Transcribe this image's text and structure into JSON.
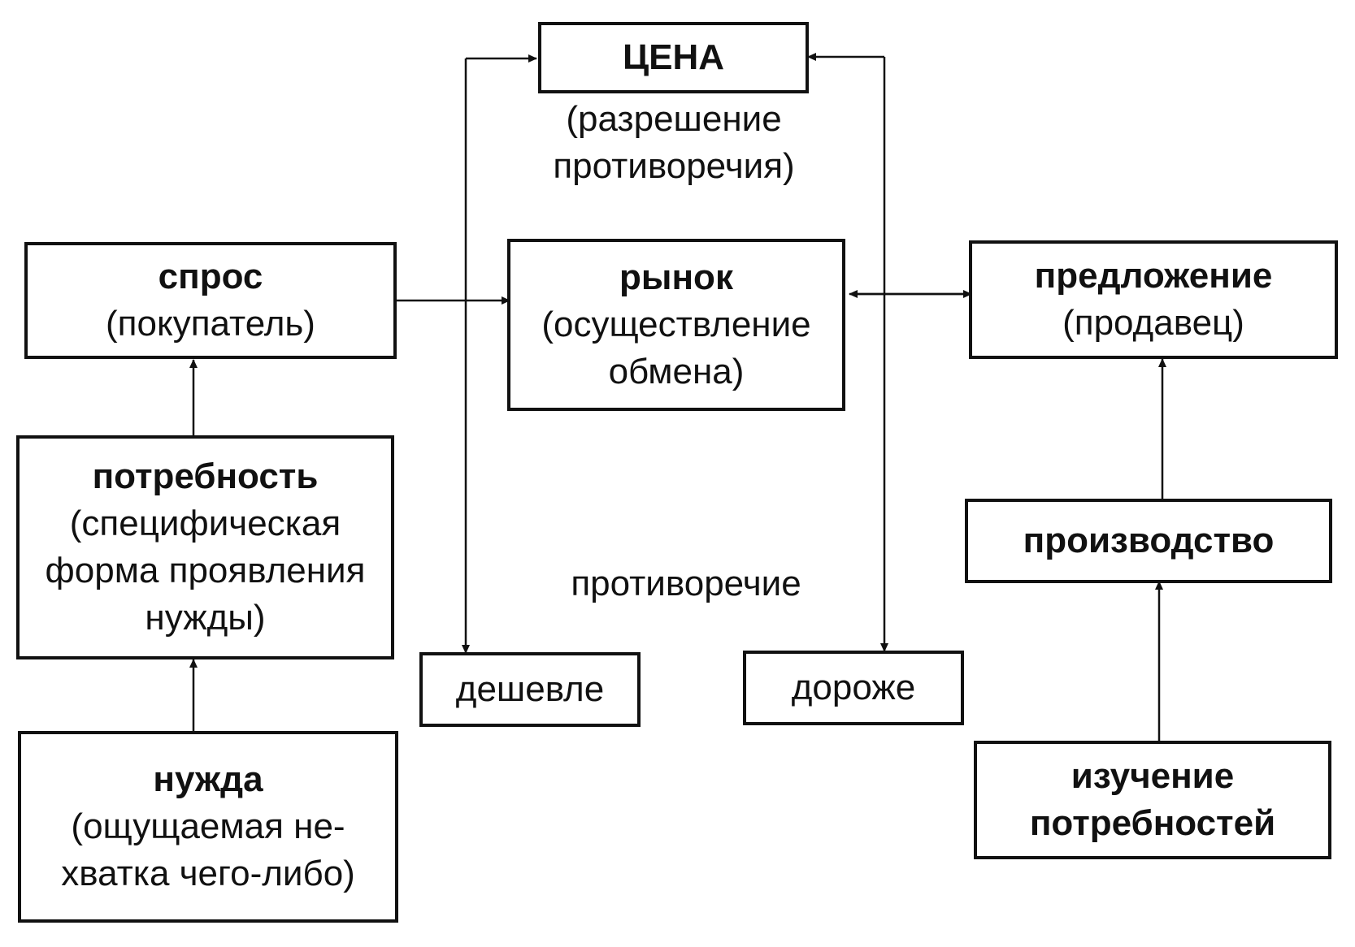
{
  "price": {
    "title": "ЦЕНА",
    "note_line1": "(разрешение",
    "note_line2": "противоречия)"
  },
  "demand": {
    "title": "спрос",
    "subtitle": "(покупатель)"
  },
  "market": {
    "title": "рынок",
    "subtitle_line1": "(осуществление",
    "subtitle_line2": "обмена)"
  },
  "supply": {
    "title": "предложение",
    "subtitle": "(продавец)"
  },
  "need": {
    "title": "потребность",
    "line1": "(специфическая",
    "line2": "форма проявления",
    "line3": "нужды)"
  },
  "contradiction": "противоречие",
  "production": {
    "title": "производство"
  },
  "cheaper": "дешевле",
  "dearer": "дороже",
  "want": {
    "title": "нужда",
    "line1": "(ощущаемая не-",
    "line2": "хватка чего-либо)"
  },
  "study": {
    "line1": "изучение",
    "line2": "потребностей"
  }
}
